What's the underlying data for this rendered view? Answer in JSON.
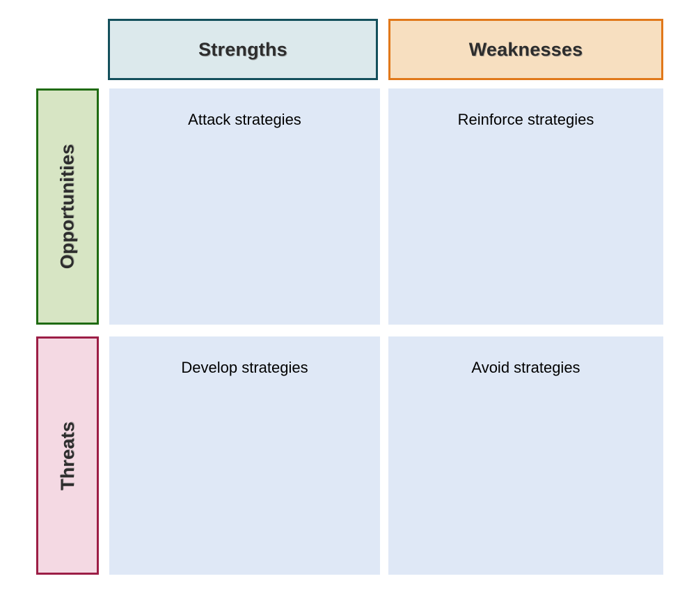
{
  "diagram": {
    "type": "swot-confrontation-matrix",
    "columns": [
      {
        "id": "strengths",
        "label": "Strengths",
        "fill": "#dce9ec",
        "border": "#14505c"
      },
      {
        "id": "weaknesses",
        "label": "Weaknesses",
        "fill": "#f7dfc0",
        "border": "#e1781a"
      }
    ],
    "rows": [
      {
        "id": "opportunities",
        "label": "Opportunities",
        "fill": "#d7e5c4",
        "border": "#1f6b12"
      },
      {
        "id": "threats",
        "label": "Threats",
        "fill": "#f4d9e3",
        "border": "#9c1e46"
      }
    ],
    "cells": [
      {
        "id": "attack",
        "row": "opportunities",
        "column": "strengths",
        "label": "Attack strategies",
        "fill": "#dfe8f6"
      },
      {
        "id": "reinforce",
        "row": "opportunities",
        "column": "weaknesses",
        "label": "Reinforce strategies",
        "fill": "#dfe8f6"
      },
      {
        "id": "develop",
        "row": "threats",
        "column": "strengths",
        "label": "Develop strategies",
        "fill": "#dfe8f6"
      },
      {
        "id": "avoid",
        "row": "threats",
        "column": "weaknesses",
        "label": "Avoid strategies",
        "fill": "#dfe8f6"
      }
    ],
    "text_color": "#000000",
    "header_text_color": "#2d2d2d",
    "background": "#ffffff"
  }
}
